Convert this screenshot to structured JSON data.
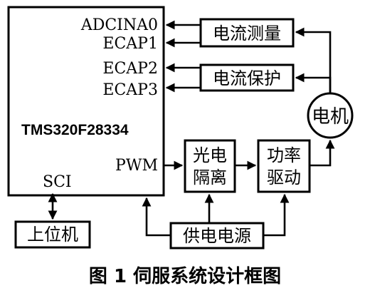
{
  "mcu": {
    "chip_name": "TMS320F28334",
    "pins": [
      "ADCINA0",
      "ECAP1",
      "ECAP2",
      "ECAP3"
    ],
    "pwm_label": "PWM",
    "sci_label": "SCI"
  },
  "blocks": {
    "current_measure": "电流测量",
    "current_protect": "电流保护",
    "motor": "电机",
    "opto_line1": "光电",
    "opto_line2": "隔离",
    "driver_line1": "功率",
    "driver_line2": "驱动",
    "power_supply": "供电电源",
    "host_pc": "上位机"
  },
  "caption": "图 1  伺服系统设计框图",
  "colors": {
    "line": "#000000",
    "background": "#ffffff"
  }
}
